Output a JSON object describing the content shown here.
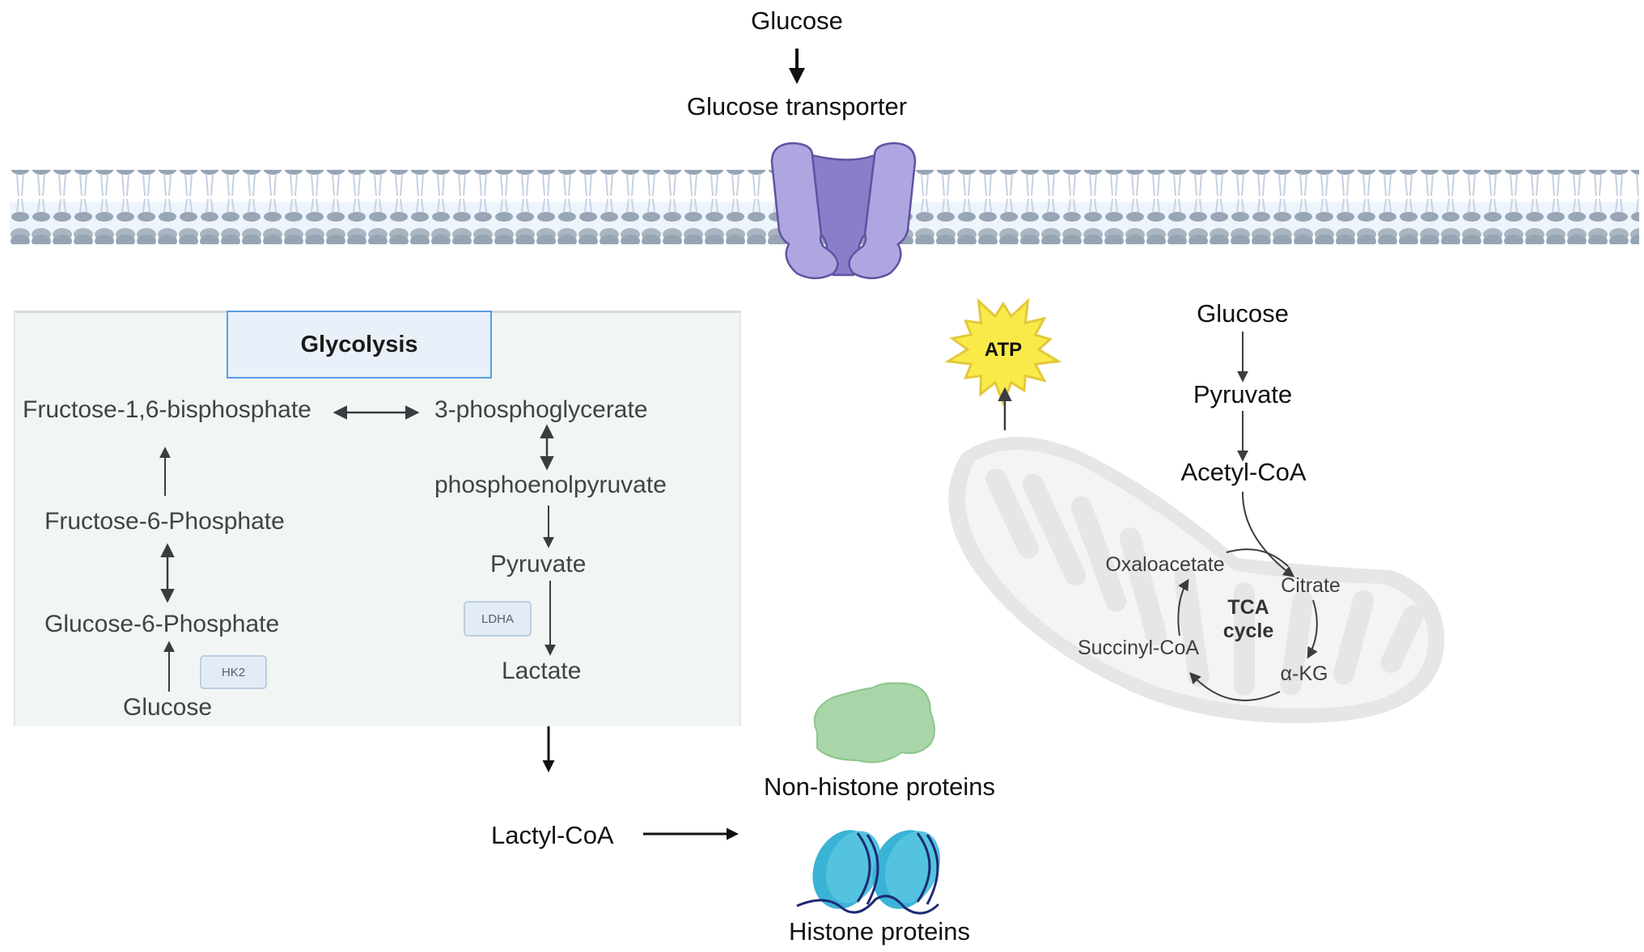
{
  "figure": {
    "top": {
      "glucose": "Glucose",
      "transporter_label": "Glucose transporter"
    },
    "glycolysis": {
      "title": "Glycolysis",
      "metabolites": {
        "fructose_16_bp": "Fructose-1,6-bisphosphate",
        "three_pg": "3-phosphoglycerate",
        "pep": "phosphoenolpyruvate",
        "fructose_6_p": "Fructose-6-Phosphate",
        "glucose_6_p": "Glucose-6-Phosphate",
        "glucose": "Glucose",
        "pyruvate": "Pyruvate",
        "lactate": "Lactate"
      },
      "enzymes": {
        "hk2": "HK2",
        "ldha": "LDHA"
      }
    },
    "lactylation": {
      "lactyl_coa": "Lactyl-CoA",
      "non_histone": "Non-histone proteins",
      "histone": "Histone proteins"
    },
    "mitochondria": {
      "atp": "ATP",
      "glucose": "Glucose",
      "pyruvate": "Pyruvate",
      "acetyl_coa": "Acetyl-CoA",
      "tca": {
        "title_line1": "TCA",
        "title_line2": "cycle",
        "oxaloacetate": "Oxaloacetate",
        "citrate": "Citrate",
        "alpha_kg": "α-KG",
        "succinyl_coa": "Succinyl-CoA"
      }
    },
    "colors": {
      "transporter_light": "#aea6e0",
      "transporter_dark": "#8a7ecb",
      "transporter_stroke": "#5e53a3",
      "membrane_head": "#98a6b6",
      "membrane_tail": "#c7d4e4",
      "membrane_bg": "#eef4fb",
      "panel_bg": "#f1f6f4",
      "title_border": "#5b9be6",
      "atp_fill": "#f9ea4a",
      "atp_stroke": "#e3c83a",
      "mito": "#e6e6e6",
      "non_histone": "#a8d6a8",
      "histone": "#3bb3d6",
      "dna": "#1d2a73"
    }
  }
}
